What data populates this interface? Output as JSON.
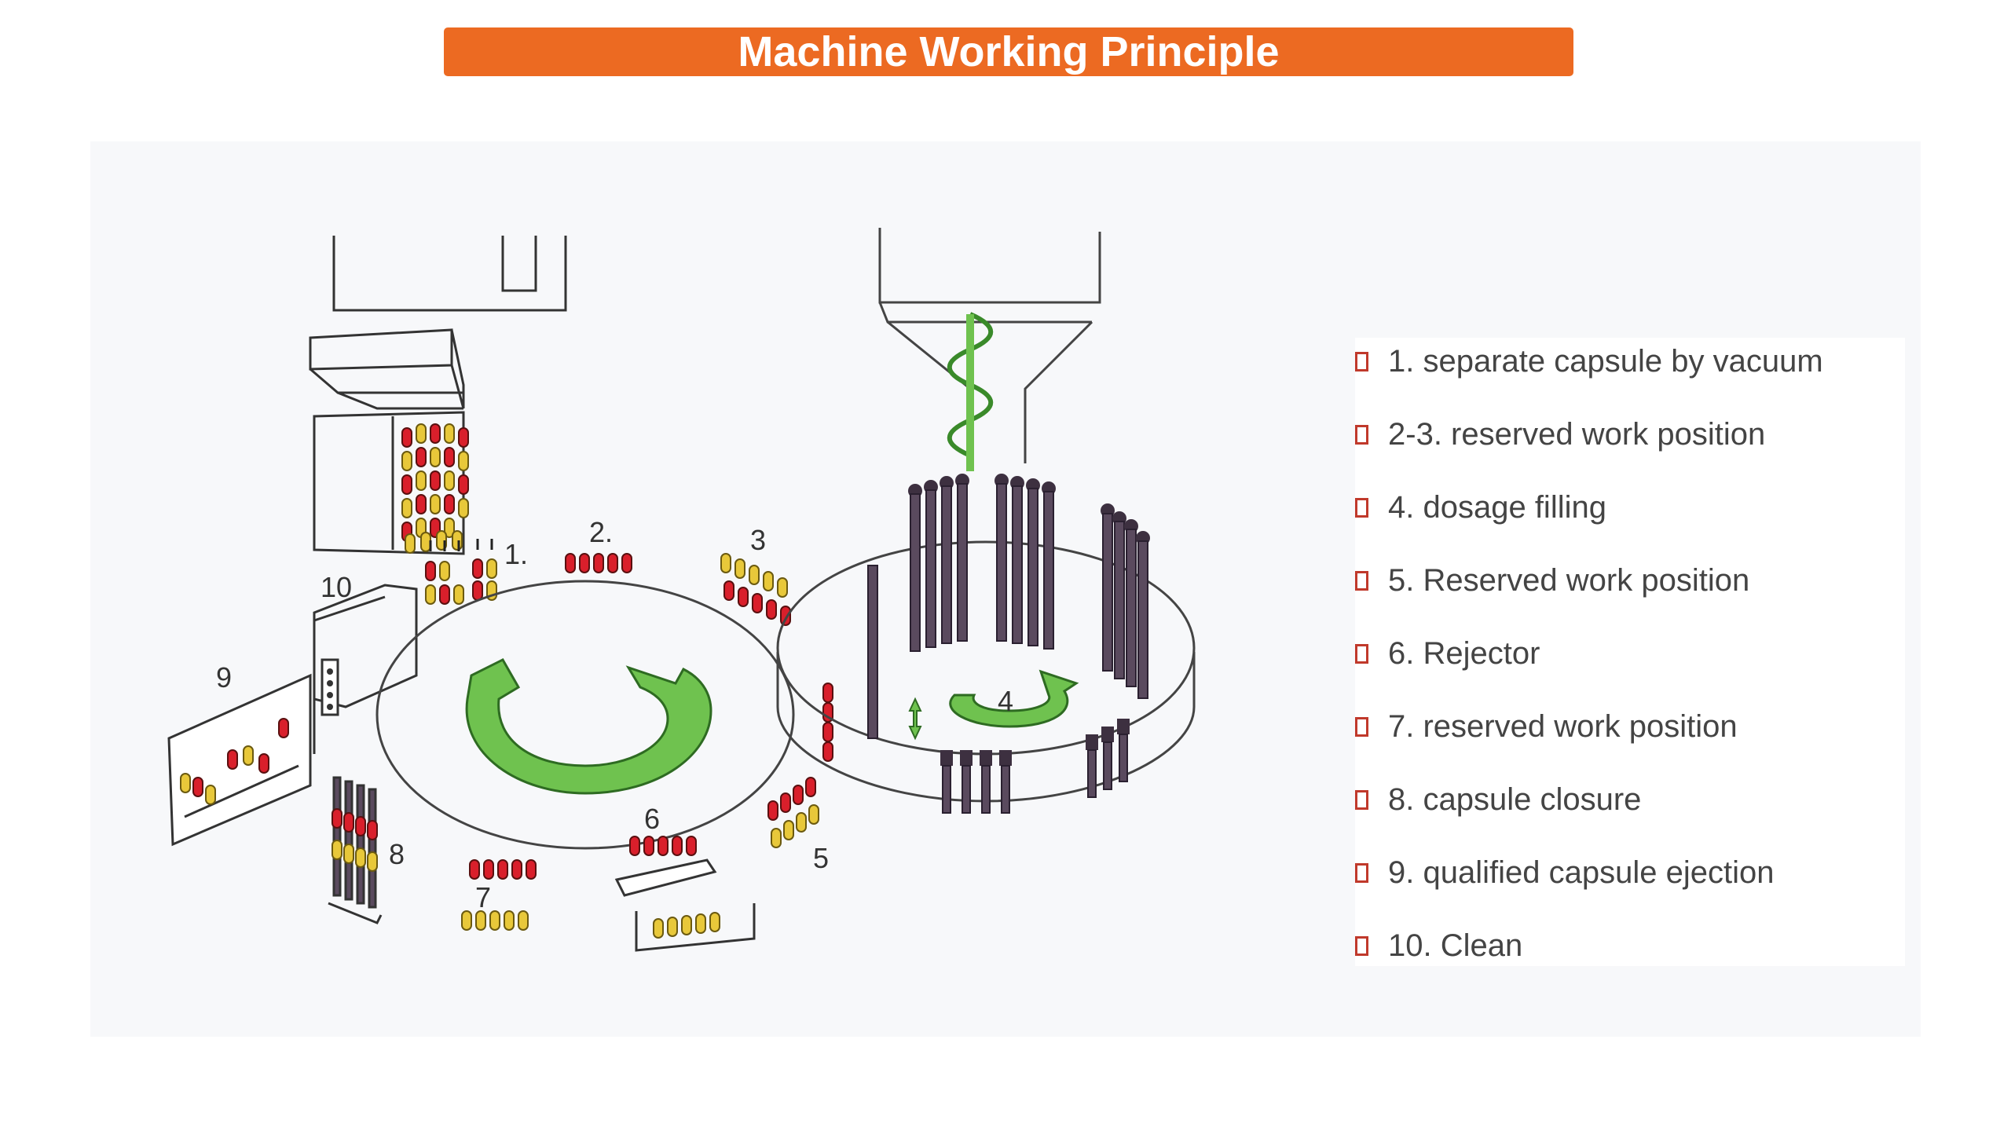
{
  "title": "Machine Working Principle",
  "colors": {
    "accent": "#ec6a22",
    "capsule_red": "#d91f2b",
    "capsule_yellow": "#e8c83a",
    "arrow_green": "#6fc24f",
    "bullet": "#c0392b"
  },
  "diagram": {
    "labels": {
      "p1": "1.",
      "p2": "2.",
      "p3": "3",
      "p4": "4",
      "p5": "5",
      "p6": "6",
      "p7": "7",
      "p8": "8",
      "p9": "9",
      "p10": "10"
    }
  },
  "legend": {
    "bullet_icon": "square-bullet-icon",
    "items": [
      "1. separate capsule by vacuum",
      "2-3. reserved work position",
      "4. dosage filling",
      "5. Reserved work position",
      "6. Rejector",
      "7. reserved work position",
      "8. capsule closure",
      "9. qualified capsule ejection",
      "10. Clean"
    ]
  }
}
